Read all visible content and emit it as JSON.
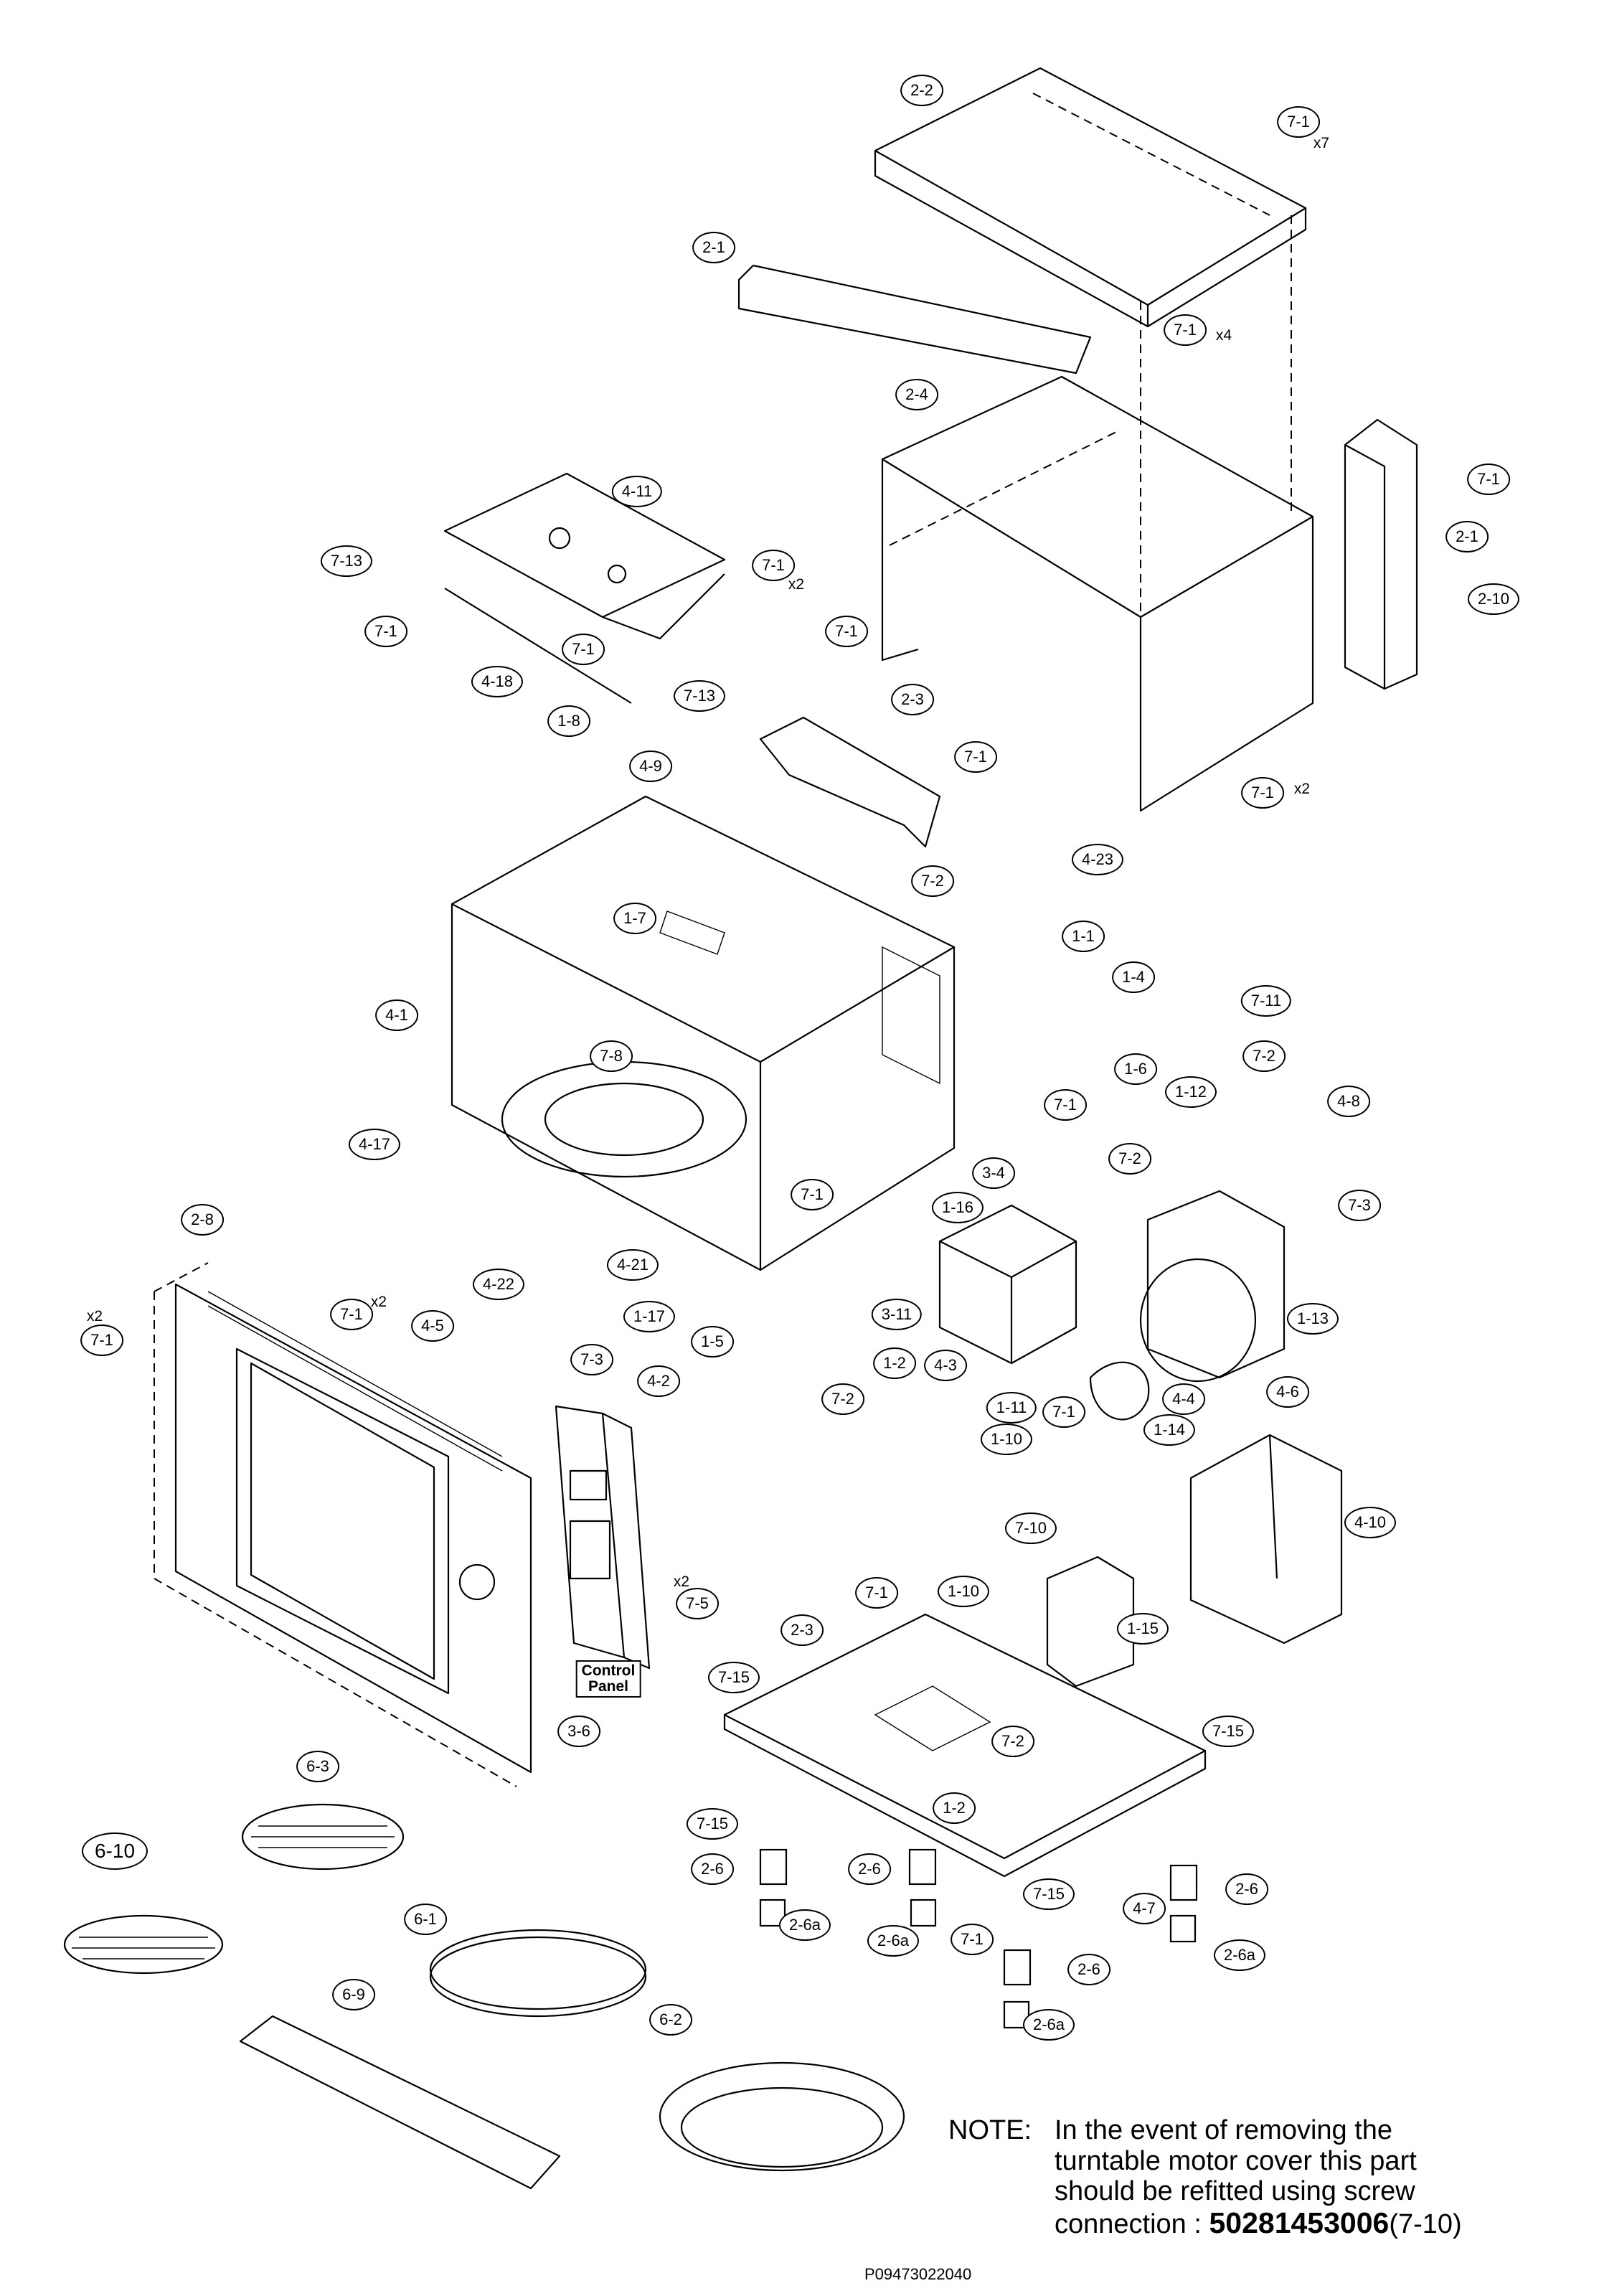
{
  "labels": [
    {
      "id": "2-2",
      "text": "2-2"
    },
    {
      "id": "7-1",
      "text": "7-1"
    },
    {
      "id": "2-1",
      "text": "2-1"
    },
    {
      "id": "7-1",
      "text": "7-1"
    },
    {
      "id": "2-4",
      "text": "2-4"
    },
    {
      "id": "4-11",
      "text": "4-11"
    },
    {
      "id": "7-1",
      "text": "7-1"
    },
    {
      "id": "2-1",
      "text": "2-1"
    },
    {
      "id": "2-10",
      "text": "2-10"
    },
    {
      "id": "7-13",
      "text": "7-13"
    },
    {
      "id": "7-1",
      "text": "7-1"
    },
    {
      "id": "7-1",
      "text": "7-1"
    },
    {
      "id": "7-1",
      "text": "7-1"
    },
    {
      "id": "7-1",
      "text": "7-1"
    },
    {
      "id": "4-18",
      "text": "4-18"
    },
    {
      "id": "7-13",
      "text": "7-13"
    },
    {
      "id": "1-8",
      "text": "1-8"
    },
    {
      "id": "4-9",
      "text": "4-9"
    },
    {
      "id": "2-3",
      "text": "2-3"
    },
    {
      "id": "7-1",
      "text": "7-1"
    },
    {
      "id": "7-1",
      "text": "7-1"
    },
    {
      "id": "4-23",
      "text": "4-23"
    },
    {
      "id": "7-2",
      "text": "7-2"
    },
    {
      "id": "1-7",
      "text": "1-7"
    },
    {
      "id": "1-1",
      "text": "1-1"
    },
    {
      "id": "4-1",
      "text": "4-1"
    },
    {
      "id": "1-4",
      "text": "1-4"
    },
    {
      "id": "7-11",
      "text": "7-11"
    },
    {
      "id": "1-6",
      "text": "1-6"
    },
    {
      "id": "7-2",
      "text": "7-2"
    },
    {
      "id": "1-12",
      "text": "1-12"
    },
    {
      "id": "7-8",
      "text": "7-8"
    },
    {
      "id": "4-8",
      "text": "4-8"
    },
    {
      "id": "7-1",
      "text": "7-1"
    },
    {
      "id": "4-17",
      "text": "4-17"
    },
    {
      "id": "3-4",
      "text": "3-4"
    },
    {
      "id": "7-2",
      "text": "7-2"
    },
    {
      "id": "7-1",
      "text": "7-1"
    },
    {
      "id": "2-8",
      "text": "2-8"
    },
    {
      "id": "1-16",
      "text": "1-16"
    },
    {
      "id": "7-3",
      "text": "7-3"
    },
    {
      "id": "4-21",
      "text": "4-21"
    },
    {
      "id": "7-1",
      "text": "7-1"
    },
    {
      "id": "4-22",
      "text": "4-22"
    },
    {
      "id": "1-17",
      "text": "1-17"
    },
    {
      "id": "3-11",
      "text": "3-11"
    },
    {
      "id": "1-13",
      "text": "1-13"
    },
    {
      "id": "4-5",
      "text": "4-5"
    },
    {
      "id": "1-5",
      "text": "1-5"
    },
    {
      "id": "7-1",
      "text": "7-1"
    },
    {
      "id": "7-3",
      "text": "7-3"
    },
    {
      "id": "1-2",
      "text": "1-2"
    },
    {
      "id": "4-3",
      "text": "4-3"
    },
    {
      "id": "4-2",
      "text": "4-2"
    },
    {
      "id": "4-6",
      "text": "4-6"
    },
    {
      "id": "7-2",
      "text": "7-2"
    },
    {
      "id": "1-11",
      "text": "1-11"
    },
    {
      "id": "7-1",
      "text": "7-1"
    },
    {
      "id": "4-4",
      "text": "4-4"
    },
    {
      "id": "1-10",
      "text": "1-10"
    },
    {
      "id": "1-14",
      "text": "1-14"
    },
    {
      "id": "4-10",
      "text": "4-10"
    },
    {
      "id": "7-10",
      "text": "7-10"
    },
    {
      "id": "7-1",
      "text": "7-1"
    },
    {
      "id": "1-10",
      "text": "1-10"
    },
    {
      "id": "7-5",
      "text": "7-5"
    },
    {
      "id": "2-3",
      "text": "2-3"
    },
    {
      "id": "1-15",
      "text": "1-15"
    },
    {
      "id": "7-15",
      "text": "7-15"
    },
    {
      "id": "3-6",
      "text": "3-6"
    },
    {
      "id": "7-15",
      "text": "7-15"
    },
    {
      "id": "6-3",
      "text": "6-3"
    },
    {
      "id": "7-2",
      "text": "7-2"
    },
    {
      "id": "6-10",
      "text": "6-10"
    },
    {
      "id": "1-2",
      "text": "1-2"
    },
    {
      "id": "7-15",
      "text": "7-15"
    },
    {
      "id": "2-6",
      "text": "2-6"
    },
    {
      "id": "2-6",
      "text": "2-6"
    },
    {
      "id": "7-15",
      "text": "7-15"
    },
    {
      "id": "4-7",
      "text": "4-7"
    },
    {
      "id": "2-6",
      "text": "2-6"
    },
    {
      "id": "6-1",
      "text": "6-1"
    },
    {
      "id": "2-6a",
      "text": "2-6a"
    },
    {
      "id": "2-6a",
      "text": "2-6a"
    },
    {
      "id": "7-1",
      "text": "7-1"
    },
    {
      "id": "2-6a",
      "text": "2-6a"
    },
    {
      "id": "2-6",
      "text": "2-6"
    },
    {
      "id": "6-9",
      "text": "6-9"
    },
    {
      "id": "2-6a",
      "text": "2-6a"
    },
    {
      "id": "6-2",
      "text": "6-2"
    }
  ],
  "multipliers": [
    "x7",
    "x4",
    "x2",
    "x2",
    "x2",
    "x2",
    "x2"
  ],
  "control_panel_tag": {
    "line1": "Control",
    "line2": "Panel"
  },
  "note": {
    "label": "NOTE:",
    "line1": "In the event of removing the",
    "line2": "turntable motor cover this part",
    "line3": "should be refitted using screw",
    "line4_prefix": "connection : ",
    "part_number": "50281453006",
    "part_ref": "(7-10)"
  },
  "document_number": "P09473022040"
}
